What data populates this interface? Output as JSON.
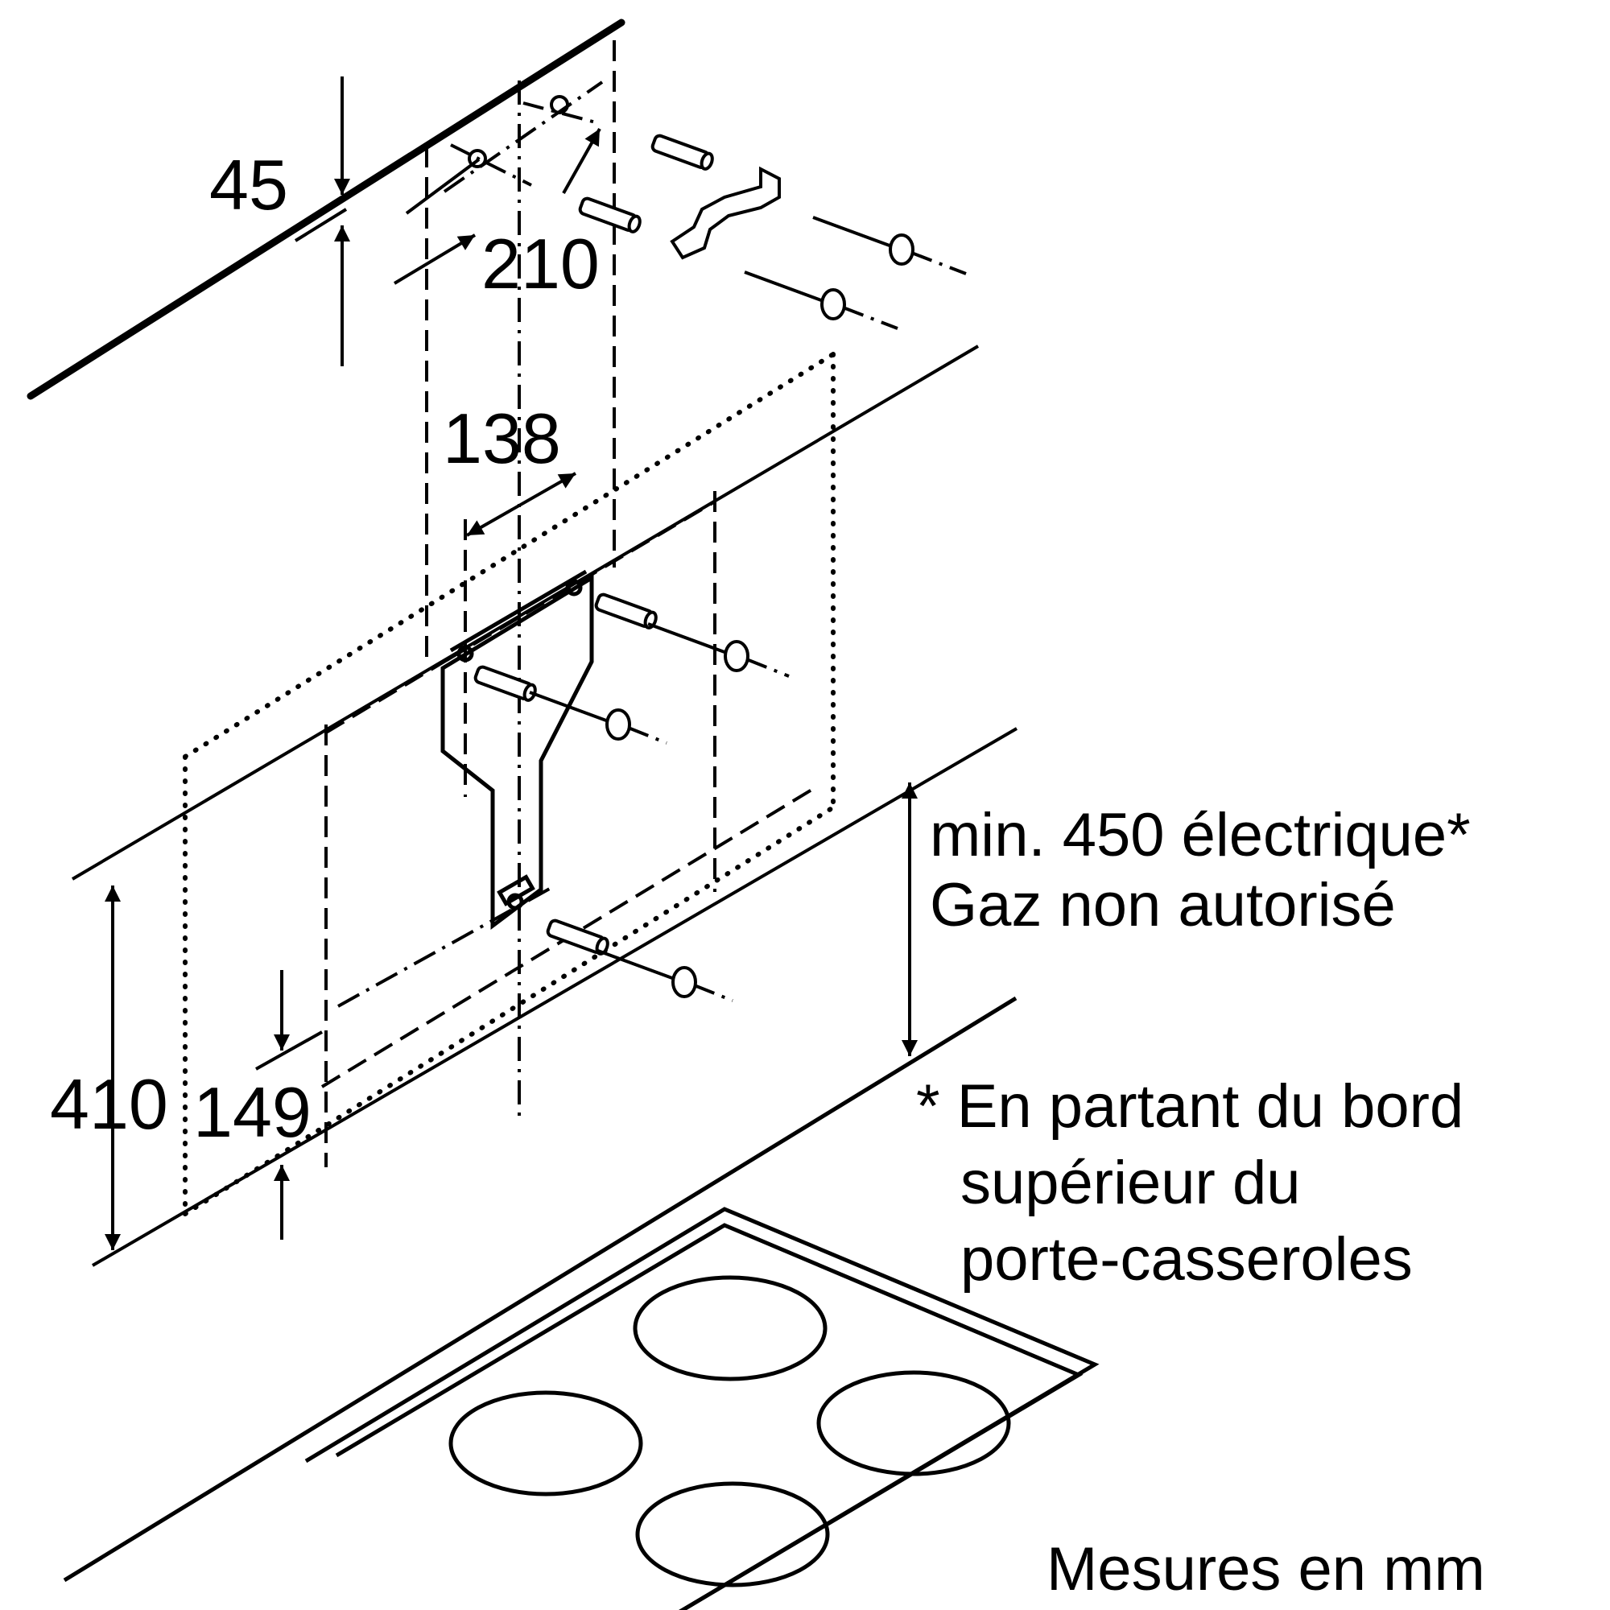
{
  "dimensions": {
    "ceiling_offset": "45",
    "hole_spacing_top": "210",
    "bracket_width": "138",
    "height_410": "410",
    "height_149": "149"
  },
  "note": {
    "line1": "min. 450 électrique*",
    "line2": "Gaz non autorisé"
  },
  "footnote": {
    "line1": "* En partant du bord",
    "line2": "supérieur du",
    "line3": "porte-casseroles"
  },
  "units_label": "Mesures en mm",
  "colors": {
    "ink": "#000000",
    "background": "#ffffff"
  }
}
